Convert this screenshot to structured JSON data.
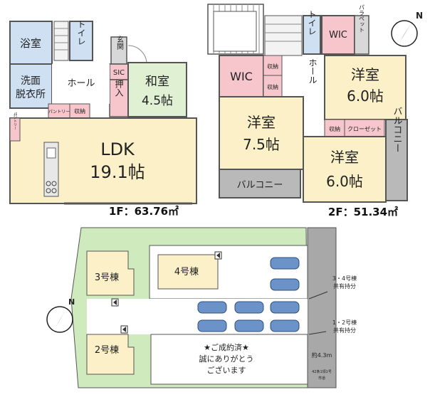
{
  "floor1": {
    "bath": "浴室",
    "toilet": "トイレ",
    "entrance": "玄関",
    "sic": "SIC",
    "oshiire": "押入",
    "washroom_line1": "洗面",
    "washroom_line2": "脱衣所",
    "hall": "ホール",
    "washitsu": "和室",
    "washitsu_size": "4.5帖",
    "pantry_small": "パントリー",
    "storage": "収納",
    "pantry_side": "パントリー",
    "ldk": "LDK",
    "ldk_size": "19.1帖",
    "area": "1F：63.76㎡"
  },
  "floor2": {
    "toilet": "トイレ",
    "wic_small": "WIC",
    "parapet": "パラペット",
    "wic": "WIC",
    "storage_a": "収納",
    "storage_b": "収納",
    "hall": "ホール",
    "western_ne": "洋室",
    "western_ne_size": "6.0帖",
    "western_c": "洋室",
    "western_c_size": "7.5帖",
    "storage_c": "収納",
    "closet": "クローゼット",
    "western_se": "洋室",
    "western_se_size": "6.0帖",
    "balcony_left": "バルコニー",
    "balcony_right": "バルコニー",
    "area": "2F：51.34㎡"
  },
  "site": {
    "lot3": "3号棟",
    "lot4": "4号棟",
    "lot2": "2号棟",
    "shared34_line1": "3・4号棟",
    "shared34_line2": "共有持分",
    "shared12_line1": "1・2号棟",
    "shared12_line2": "共有持分",
    "contract_line1": "★ご成約済★",
    "contract_line2": "誠にありがとう",
    "contract_line3": "ございます",
    "road_width": "約4.3m",
    "road_type_line1": "42条1項1号",
    "road_type_line2": "市道"
  },
  "compass_letter": "N",
  "colors": {
    "room_beige": "#fcf0c8",
    "room_green": "#dff0d3",
    "room_blue": "#cfe0f3",
    "room_pink": "#f6c6cc",
    "balcony_gray": "#b9b9b9",
    "wall": "#555555",
    "site_green": "#cfeabc",
    "road_gray": "#a8a8a8",
    "car_blue": "#6b93c9"
  }
}
